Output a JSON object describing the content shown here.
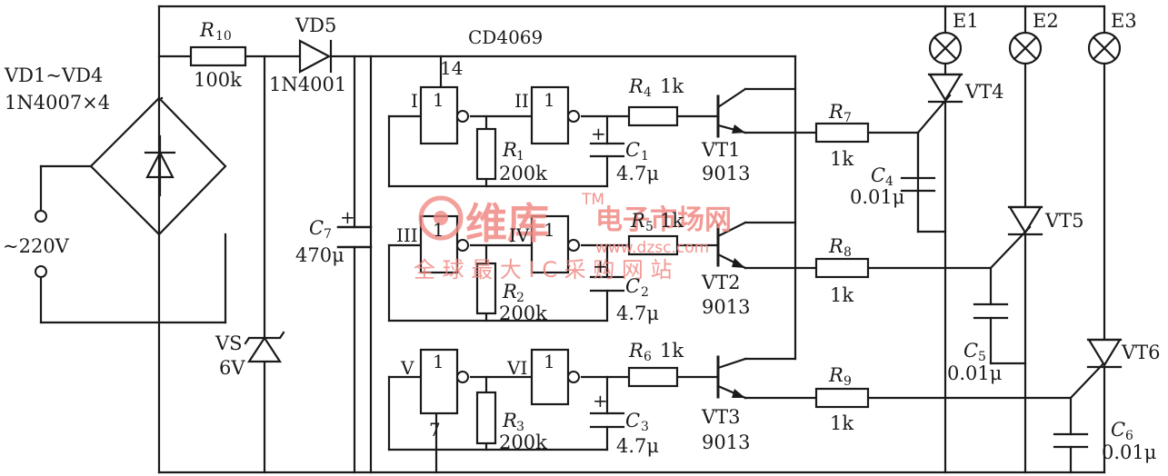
{
  "diagram": {
    "ic_label": "CD4069",
    "bridge_label_1": "VD1~VD4",
    "bridge_label_2": "1N4007×4",
    "supply": "~220V",
    "r10_name": "R",
    "r10_sub": "10",
    "r10_value": "100k",
    "vd5_name": "VD5",
    "vd5_value": "1N4001",
    "vs_name": "VS",
    "vs_value": "6V",
    "c7_name": "C",
    "c7_sub": "7",
    "c7_value": "470μ",
    "pin14": "14",
    "pin7": "7",
    "gate_num": "1",
    "gates": [
      "I",
      "II",
      "III",
      "IV",
      "V",
      "VI"
    ],
    "channels": [
      {
        "r_base_name": "R",
        "r_base_sub": "1",
        "r_base_value": "200k",
        "c_name": "C",
        "c_sub": "1",
        "c_value": "4.7μ",
        "r_out_name": "R",
        "r_out_sub": "4",
        "r_out_value": "1k",
        "transistor": "VT1",
        "transistor_type": "9013",
        "r_gate_name": "R",
        "r_gate_sub": "7",
        "r_gate_value": "1k",
        "c_snub_name": "C",
        "c_snub_sub": "4",
        "c_snub_value": "0.01μ",
        "triac": "VT4",
        "lamp": "E1"
      },
      {
        "r_base_name": "R",
        "r_base_sub": "2",
        "r_base_value": "200k",
        "c_name": "C",
        "c_sub": "2",
        "c_value": "4.7μ",
        "r_out_name": "R",
        "r_out_sub": "5",
        "r_out_value": "1k",
        "transistor": "VT2",
        "transistor_type": "9013",
        "r_gate_name": "R",
        "r_gate_sub": "8",
        "r_gate_value": "1k",
        "c_snub_name": "C",
        "c_snub_sub": "5",
        "c_snub_value": "0.01μ",
        "triac": "VT5",
        "lamp": "E2"
      },
      {
        "r_base_name": "R",
        "r_base_sub": "3",
        "r_base_value": "200k",
        "c_name": "C",
        "c_sub": "3",
        "c_value": "4.7μ",
        "r_out_name": "R",
        "r_out_sub": "6",
        "r_out_value": "1k",
        "transistor": "VT3",
        "transistor_type": "9013",
        "r_gate_name": "R",
        "r_gate_sub": "9",
        "r_gate_value": "1k",
        "c_snub_name": "C",
        "c_snub_sub": "6",
        "c_snub_value": "0.01μ",
        "triac": "VT6",
        "lamp": "E3"
      }
    ],
    "plus": "+"
  },
  "watermark": {
    "main": "维库",
    "tm": "TM",
    "sub": "电子市场网",
    "url": "www.dzsc.com",
    "slogan": "全 球 最 大 I C 采 购 网 站"
  }
}
